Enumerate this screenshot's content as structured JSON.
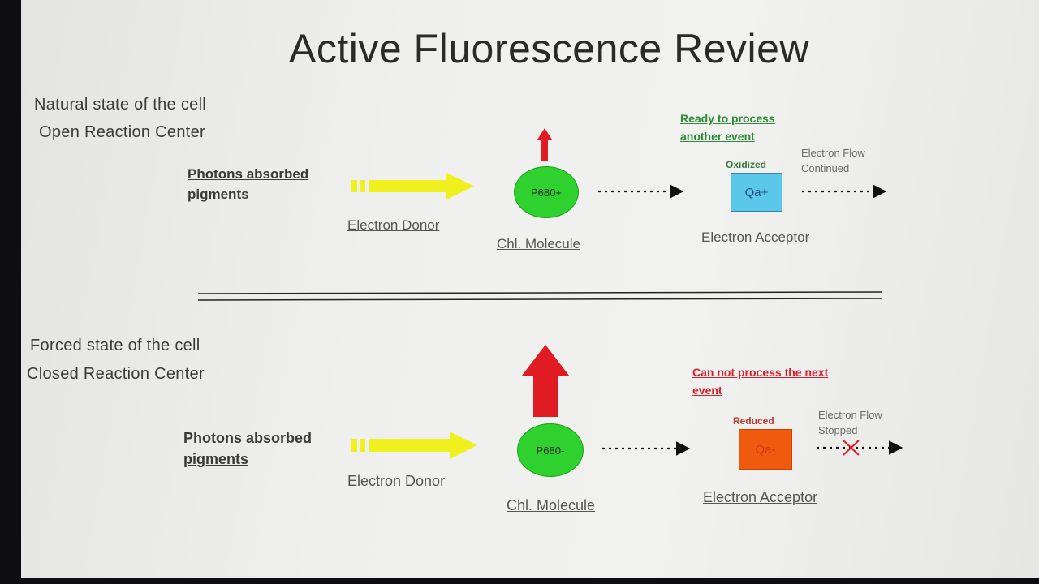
{
  "title": "Active Fluorescence Review",
  "top": {
    "state_line1": "Natural state of the cell",
    "state_line2": "Open Reaction Center",
    "photons_label": "Photons absorbed pigments",
    "donor_label": "Electron Donor",
    "molecule_text": "P680+",
    "molecule_label": "Chl. Molecule",
    "note": "Ready to process another event",
    "acceptor_tag": "Oxidized",
    "acceptor_text": "Qa+",
    "acceptor_label": "Electron Acceptor",
    "flow_label": "Electron Flow Continued"
  },
  "bottom": {
    "state_line1": "Forced state of the cell",
    "state_line2": "Closed Reaction Center",
    "photons_label": "Photons absorbed pigments",
    "donor_label": "Electron Donor",
    "molecule_text": "P680-",
    "molecule_label": "Chl. Molecule",
    "note": "Can not process the next event",
    "acceptor_tag": "Reduced",
    "acceptor_text": "Qa-",
    "acceptor_label": "Electron Acceptor",
    "flow_label": "Electron Flow Stopped"
  },
  "colors": {
    "photon_arrow": "#f0f01e",
    "fluorescence_arrow": "#e01b24",
    "molecule": "#2ed12e",
    "acceptor_oxidized": "#5bc8ea",
    "acceptor_reduced": "#f05a0e",
    "note_green": "#2f8a3a",
    "note_red": "#d61f2c"
  }
}
